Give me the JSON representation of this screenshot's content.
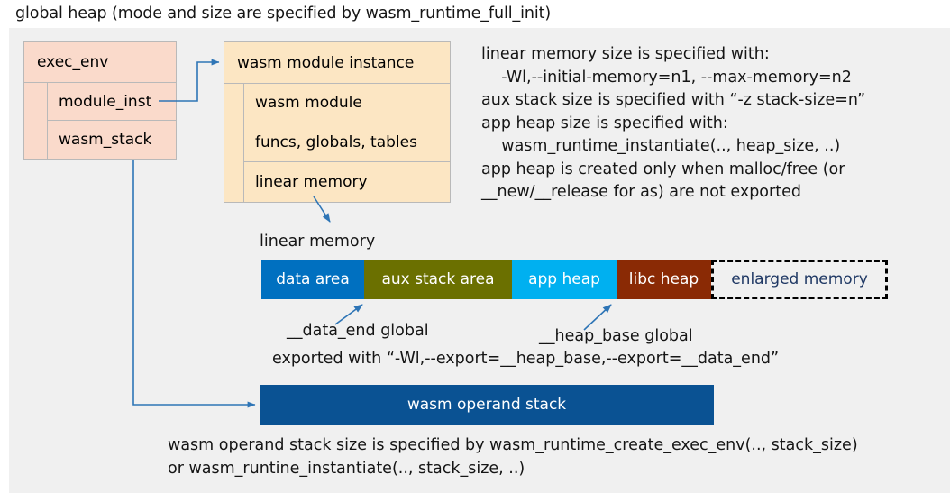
{
  "title": "global heap (mode and size are specified by wasm_runtime_full_init)",
  "exec_env": {
    "header": "exec_env",
    "rows": [
      {
        "label": "module_inst"
      },
      {
        "label": "wasm_stack"
      }
    ]
  },
  "module_instance": {
    "header": "wasm module instance",
    "rows": [
      {
        "label": "wasm module"
      },
      {
        "label": "funcs, globals, tables"
      },
      {
        "label": "linear memory"
      }
    ]
  },
  "spec_text": "linear memory size is specified with:\n    -Wl,--initial-memory=n1, --max-memory=n2\naux stack size is specified with “-z stack-size=n”\napp heap size is specified with:\n    wasm_runtime_instantiate(.., heap_size, ..)\napp heap is created only when malloc/free (or\n__new/__release for as) are not exported",
  "linear_memory": {
    "caption": "linear memory",
    "segments": [
      {
        "label": "data area",
        "color": "#0070c0",
        "width": 114
      },
      {
        "label": "aux stack area",
        "color": "#6b7000",
        "width": 164
      },
      {
        "label": "app heap",
        "color": "#00b0f0",
        "width": 116
      },
      {
        "label": "libc heap",
        "color": "#8a2a05",
        "width": 105
      },
      {
        "label": "enlarged memory",
        "color": "#f0f0f0",
        "width": 196
      }
    ],
    "annotations": {
      "data_end": "__data_end global",
      "heap_base": "__heap_base global",
      "exported": "exported with “-Wl,--export=__heap_base,--export=__data_end”"
    }
  },
  "operand_stack": {
    "label": "wasm operand stack",
    "color": "#0a5293",
    "note": "wasm operand stack size is specified by wasm_runtime_create_exec_env(.., stack_size)\nor wasm_runtine_instantiate(.., stack_size, ..)"
  },
  "colors": {
    "backdrop": "#f0f0f0",
    "exec_env_fill": "#fadacb",
    "module_inst_fill": "#fce6c3",
    "connector": "#2e75b6",
    "border": "#b9b9b9"
  }
}
